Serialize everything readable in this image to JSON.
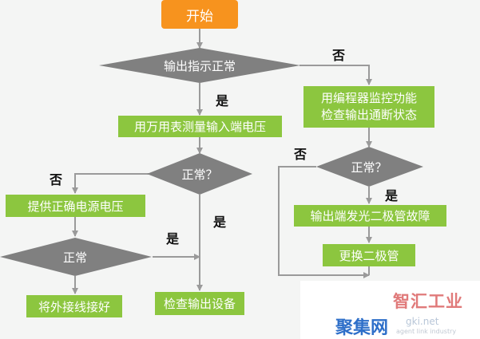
{
  "nodes": {
    "start": "开始",
    "d1": "输出指示正常",
    "measure": "用万用表测量输入端电压",
    "d2": "正常？",
    "supply": "提供正确电源电压",
    "d3": "正常",
    "wiring": "将外接线接好",
    "check_device": "检查输出设备",
    "programmer_line1": "用编程器监控功能",
    "programmer_line2": "检查输出通断状态",
    "d4": "正常？",
    "fault": "输出端发光二极管故障",
    "replace": "更换二极管"
  },
  "labels": {
    "yes": "是",
    "no": "否"
  },
  "watermark": {
    "top": "智汇工业",
    "main": "聚集网",
    "sub": "gki.net",
    "sub2": "agent link industry"
  },
  "colors": {
    "start": "#f7931e",
    "process": "#8cc63f",
    "decision": "#808080",
    "line": "#9a9a9a"
  }
}
